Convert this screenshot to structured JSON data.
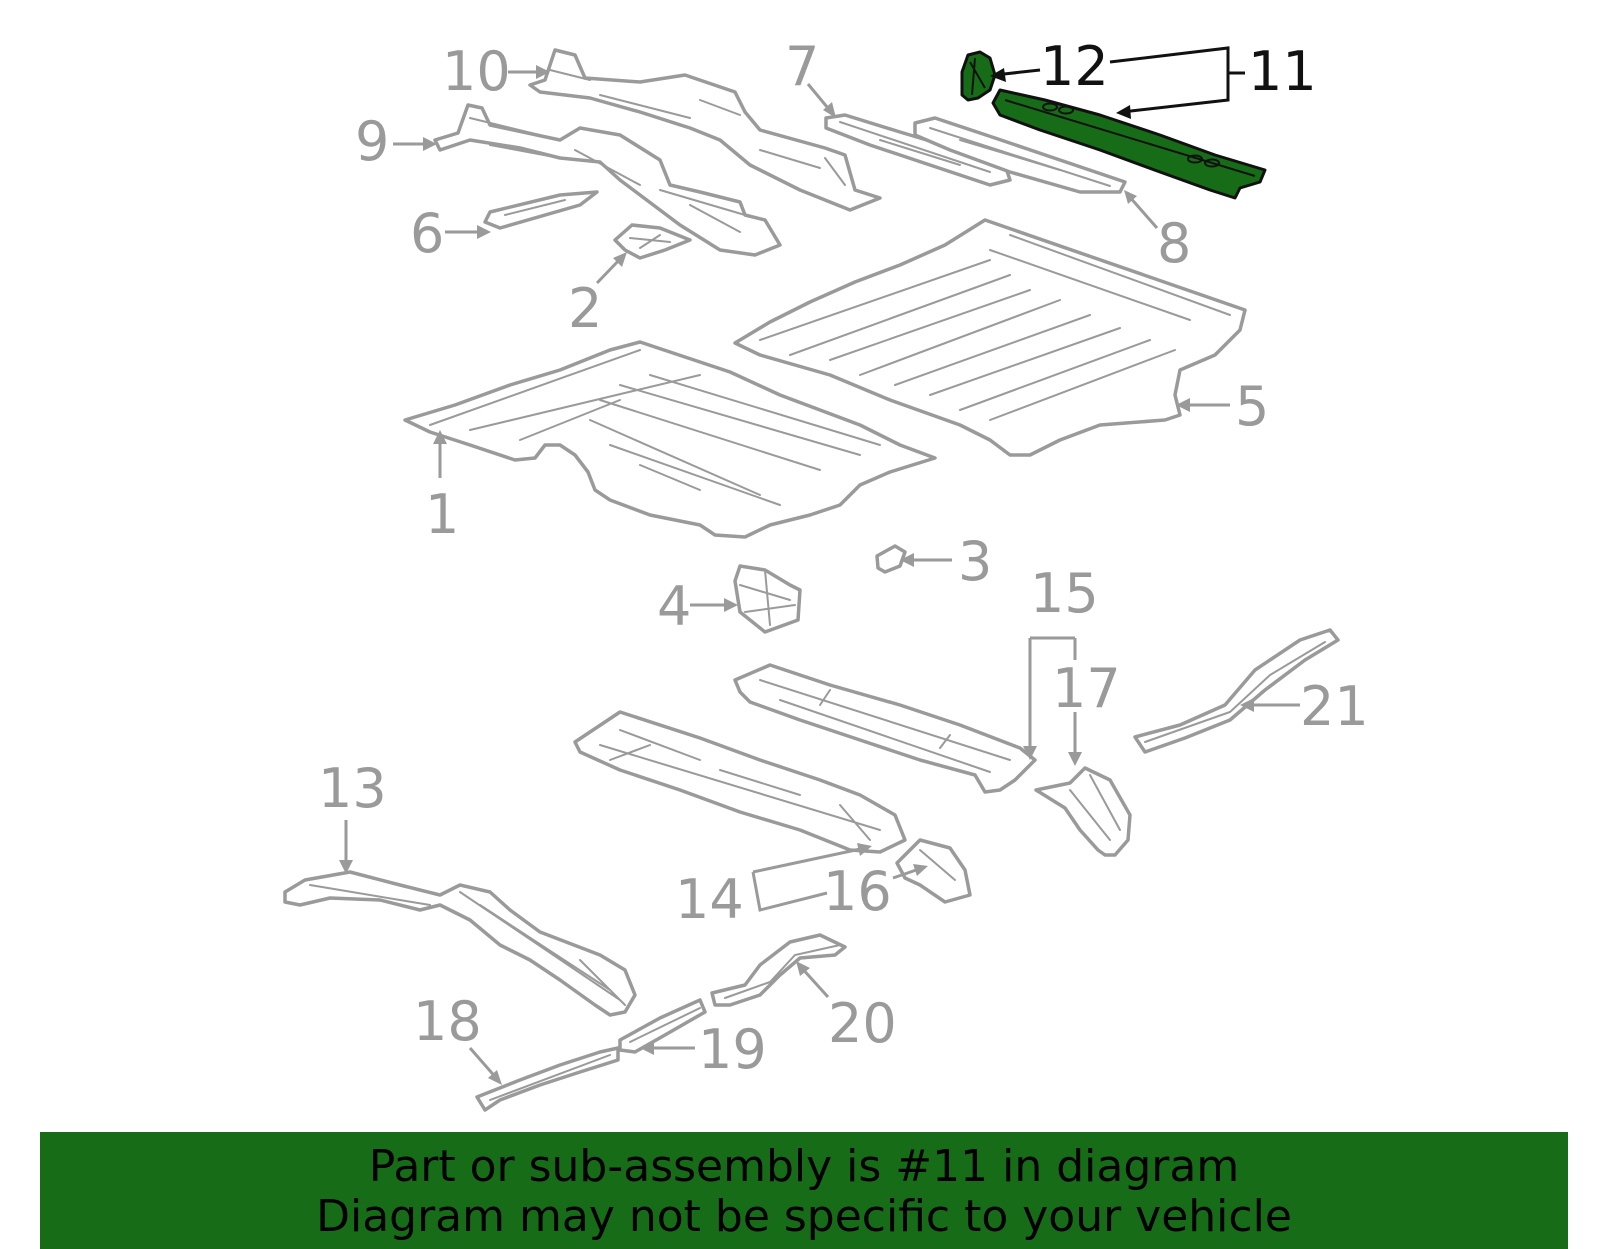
{
  "diagram": {
    "callouts": {
      "c1": "1",
      "c2": "2",
      "c3": "3",
      "c4": "4",
      "c5": "5",
      "c6": "6",
      "c7": "7",
      "c8": "8",
      "c9": "9",
      "c10": "10",
      "c11": "11",
      "c12": "12",
      "c13": "13",
      "c14": "14",
      "c15": "15",
      "c16": "16",
      "c17": "17",
      "c18": "18",
      "c19": "19",
      "c20": "20",
      "c21": "21"
    },
    "highlighted_part": "11",
    "colors": {
      "highlight": "#176d17",
      "parts": "#9a9a9a",
      "outline": "#111111"
    }
  },
  "banner": {
    "line1": "Part or sub-assembly is #11 in diagram",
    "line2": "Diagram may not be specific to your vehicle"
  }
}
